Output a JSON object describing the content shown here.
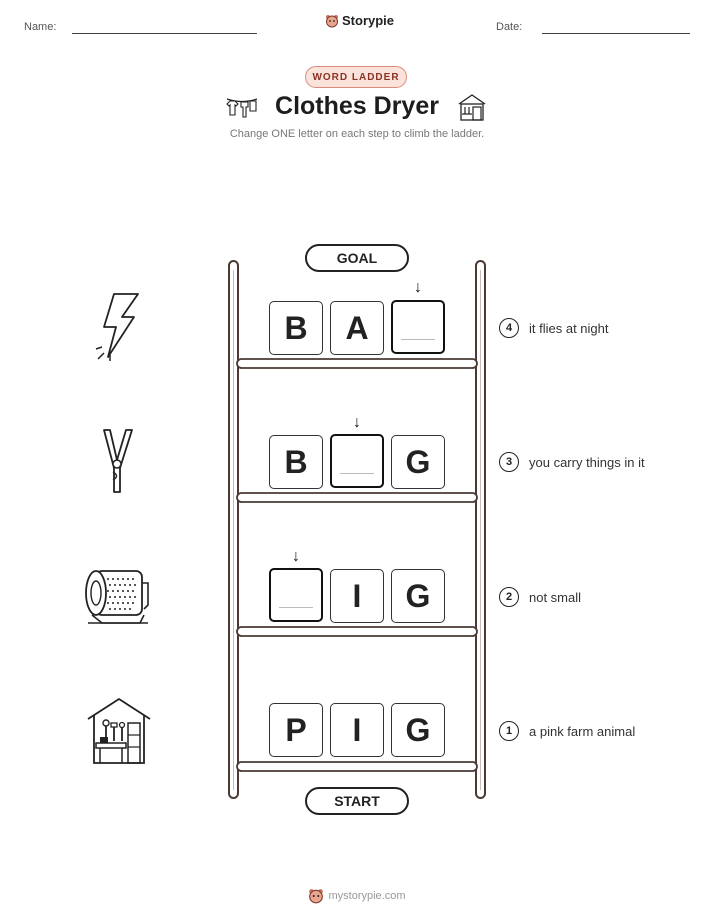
{
  "header": {
    "name_label": "Name:",
    "date_label": "Date:",
    "brand": "Storypie"
  },
  "badge": "WORD LADDER",
  "title": "Clothes Dryer",
  "subtitle": "Change ONE letter on each step to climb the ladder.",
  "goal_label": "GOAL",
  "start_label": "START",
  "rungs": [
    {
      "number": "4",
      "clue": "it flies at night",
      "icon": "lightning-bolt-icon",
      "letters": [
        "B",
        "A",
        ""
      ],
      "blank_index": 2
    },
    {
      "number": "3",
      "clue": "you carry things in it",
      "icon": "clothespin-icon",
      "letters": [
        "B",
        "",
        "G"
      ],
      "blank_index": 1
    },
    {
      "number": "2",
      "clue": "not small",
      "icon": "dryer-drum-icon",
      "letters": [
        "",
        "I",
        "G"
      ],
      "blank_index": 0
    },
    {
      "number": "1",
      "clue": "a pink farm animal",
      "icon": "tool-shed-icon",
      "letters": [
        "P",
        "I",
        "G"
      ],
      "blank_index": null
    }
  ],
  "footer": "mystorypie.com"
}
